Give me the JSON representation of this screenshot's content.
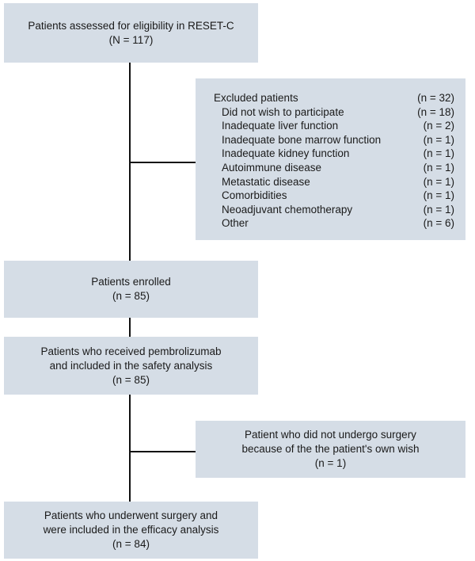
{
  "boxes": {
    "assessed": {
      "line1": "Patients assessed for eligibility in RESET-C",
      "line2": "(N = 117)"
    },
    "excluded": {
      "header": {
        "label": "Excluded patients",
        "count": "(n = 32)"
      },
      "items": [
        {
          "label": "Did not wish to participate",
          "count": "(n = 18)"
        },
        {
          "label": "Inadequate liver function",
          "count": "(n = 2)"
        },
        {
          "label": "Inadequate bone marrow function",
          "count": "(n = 1)"
        },
        {
          "label": "Inadequate kidney function",
          "count": "(n = 1)"
        },
        {
          "label": "Autoimmune disease",
          "count": "(n = 1)"
        },
        {
          "label": "Metastatic disease",
          "count": "(n = 1)"
        },
        {
          "label": "Comorbidities",
          "count": "(n = 1)"
        },
        {
          "label": "Neoadjuvant chemotherapy",
          "count": "(n = 1)"
        },
        {
          "label": "Other",
          "count": "(n = 6)"
        }
      ]
    },
    "enrolled": {
      "line1": "Patients enrolled",
      "line2": "(n = 85)"
    },
    "safety": {
      "line1": "Patients who received pembrolizumab",
      "line2": "and included in the safety analysis",
      "line3": "(n = 85)"
    },
    "no_surgery": {
      "line1": "Patient who did not undergo surgery",
      "line2": "because of the the patient's own wish",
      "line3": "(n = 1)"
    },
    "efficacy": {
      "line1": "Patients who underwent surgery and",
      "line2": "were included in the efficacy analysis",
      "line3": "(n = 84)"
    }
  },
  "colors": {
    "box_fill": "#d5dde6",
    "line": "#111111"
  }
}
